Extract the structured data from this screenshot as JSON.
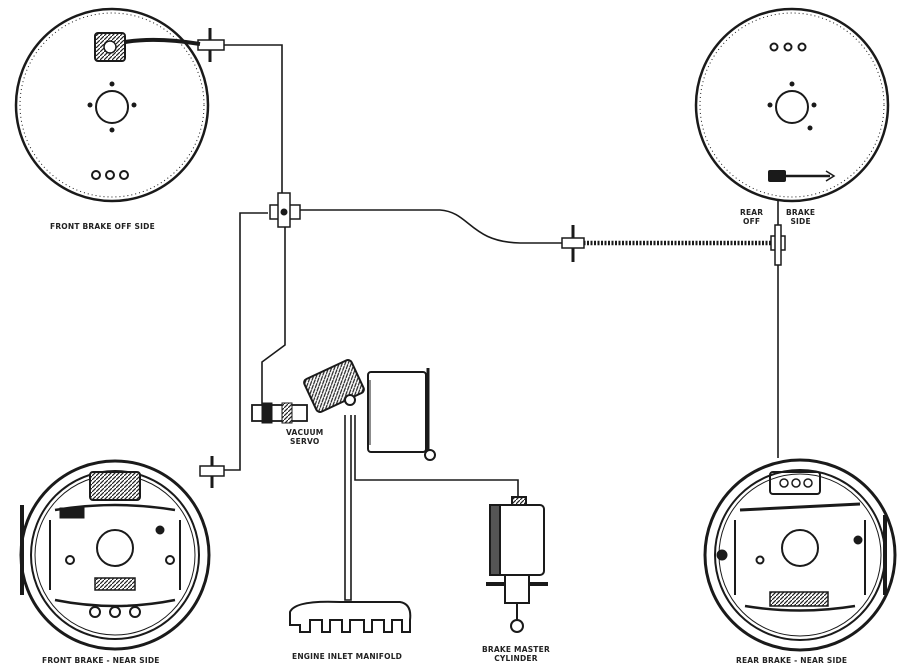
{
  "labels": {
    "front_brake_off_side": "FRONT BRAKE  OFF SIDE",
    "rear_off": "REAR\nOFF",
    "brake_side": "BRAKE\nSIDE",
    "vacuum_servo": "VACUUM\nSERVO",
    "front_brake_near_side": "FRONT BRAKE - NEAR SIDE",
    "engine_inlet_manifold": "ENGINE INLET MANIFOLD",
    "brake_master_cylinder": "BRAKE MASTER\nCYLINDER",
    "rear_brake_near_side": "REAR BRAKE - NEAR SIDE"
  },
  "colors": {
    "ink": "#1a1a1a",
    "paper": "#ffffff",
    "shade": "#555555"
  }
}
